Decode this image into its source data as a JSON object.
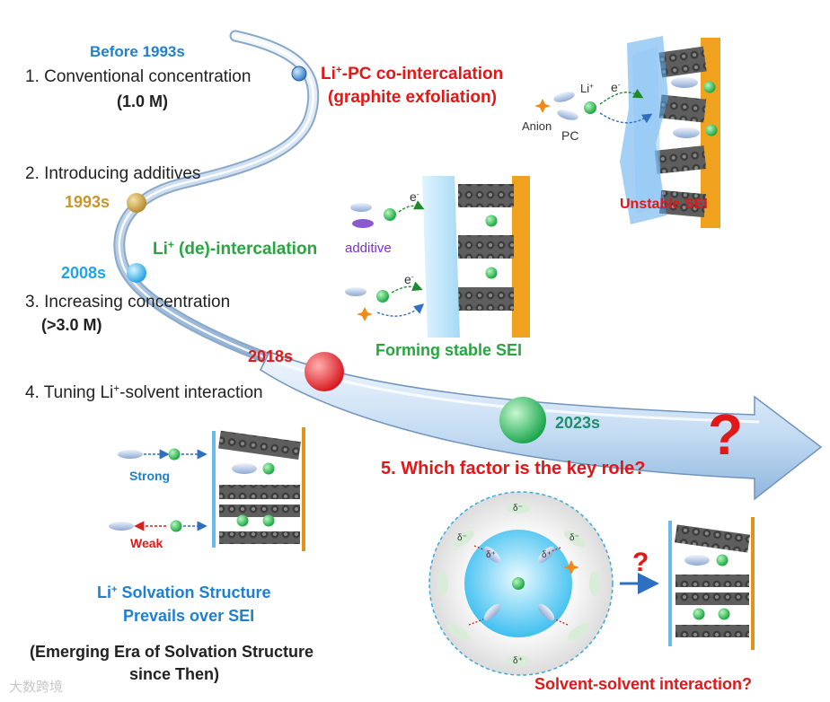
{
  "timeline": {
    "before_1993": "Before 1993s",
    "step1": "1. Conventional concentration",
    "step1_value": "(1.0 M)",
    "step2": "2. Introducing additives",
    "year_1993": "1993s",
    "year_2008": "2008s",
    "step3": "3. Increasing concentration",
    "step3_value": "(>3.0 M)",
    "year_2018": "2018s",
    "step4_a": "4. Tuning Li",
    "step4_sup": "+",
    "step4_b": "-solvent interaction",
    "year_2023": "2023s",
    "step5": "5. Which factor is the key role?",
    "big_question": "?"
  },
  "panel_pc": {
    "title_a": "Li",
    "title_sup": "+",
    "title_b": "-PC co-intercalation",
    "subtitle": "(graphite exfoliation)",
    "label_li": "Li",
    "label_li_sup": "+",
    "label_e": "e",
    "label_e_sup": "-",
    "label_anion": "Anion",
    "label_pc": "PC",
    "result": "Unstable SEI"
  },
  "panel_additive": {
    "title_a": "Li",
    "title_sup": "+",
    "title_b": " (de)-intercalation",
    "label_additive": "additive",
    "label_e1": "e",
    "label_e1_sup": "-",
    "label_e2": "e",
    "label_e2_sup": "-",
    "result": "Forming stable SEI"
  },
  "panel_strength": {
    "strong": "Strong",
    "weak": "Weak",
    "conclusion_line1_a": "Li",
    "conclusion_line1_sup": "+",
    "conclusion_line1_b": " Solvation Structure",
    "conclusion_line2": "Prevails over SEI",
    "era_line1": "(Emerging Era of Solvation Structure",
    "era_line2": "since Then)"
  },
  "panel_solvent": {
    "question": "?",
    "caption": "Solvent-solvent interaction?",
    "delta_minus": "δ⁻",
    "delta_plus": "δ⁺"
  },
  "watermark": "大数跨境",
  "colors": {
    "blue_label": "#1f7fd0",
    "red_label": "#e01818",
    "green_label": "#27a640",
    "gold_year": "#c8962e",
    "sky_year": "#23a4e6",
    "li_ion": "#2fc24a",
    "sei_gold": "#f0a21e"
  }
}
